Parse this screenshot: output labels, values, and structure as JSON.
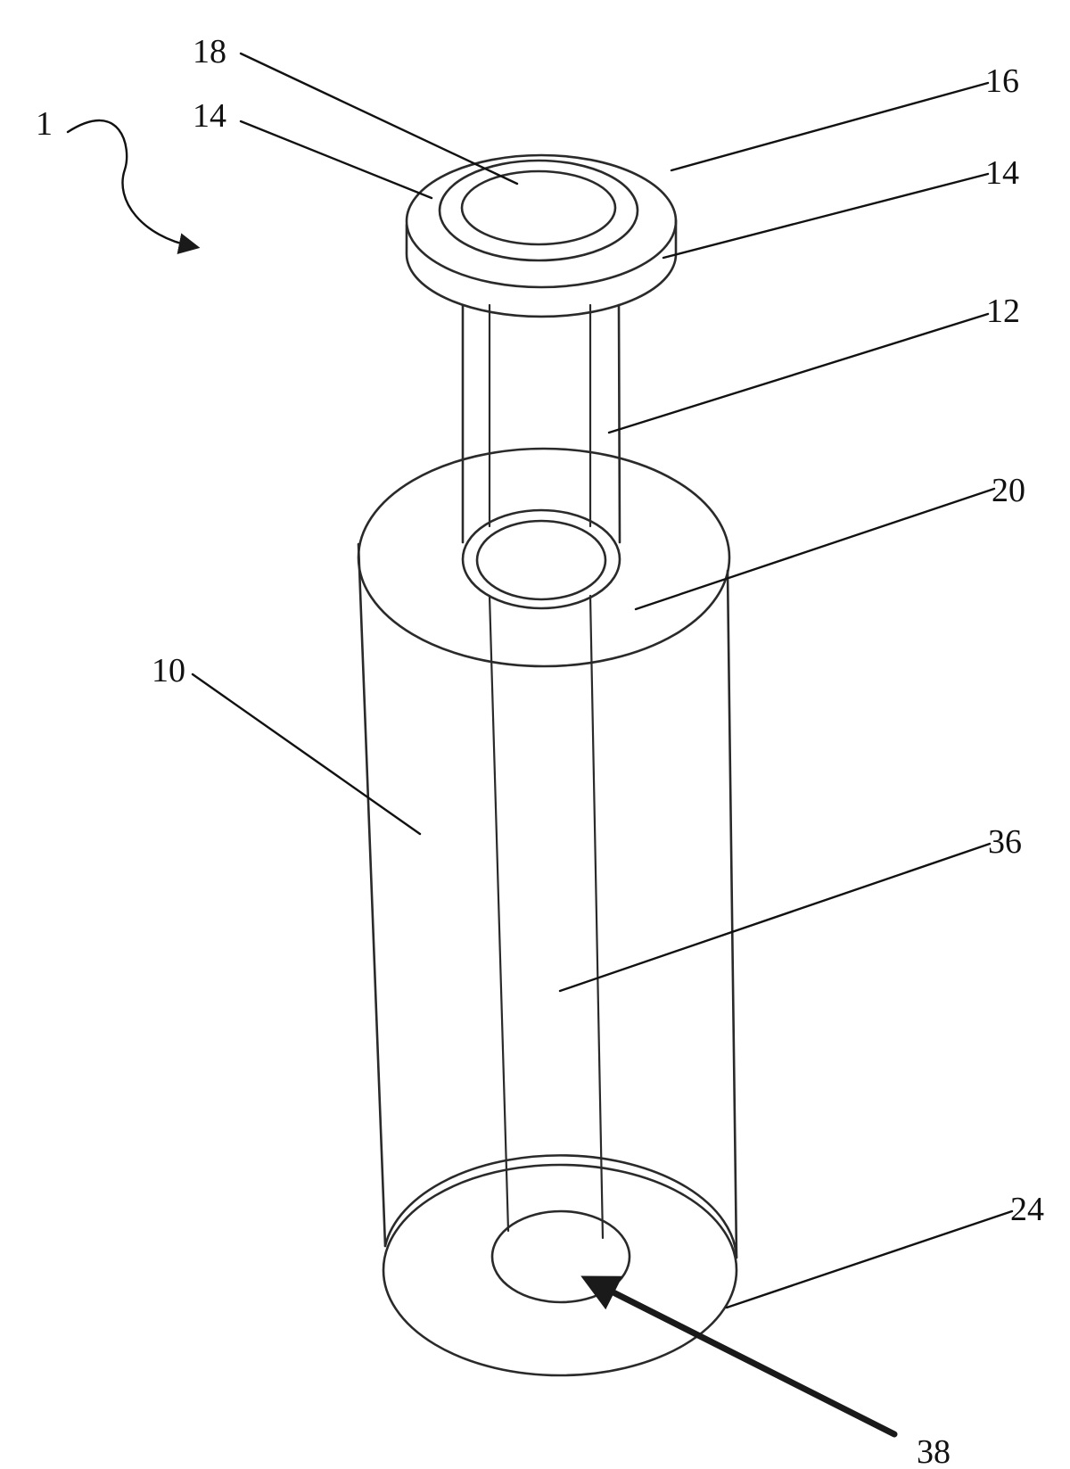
{
  "labels": {
    "device": "1",
    "ring_upper_left": "14",
    "inner_disc": "18",
    "outer_rim": "16",
    "ring_side": "14",
    "tube": "12",
    "top_face": "20",
    "body": "10",
    "bore": "36",
    "bottom_face": "24",
    "inlet_arrow": "38"
  },
  "colors": {
    "line": "#2a2a2a",
    "background": "#ffffff"
  }
}
